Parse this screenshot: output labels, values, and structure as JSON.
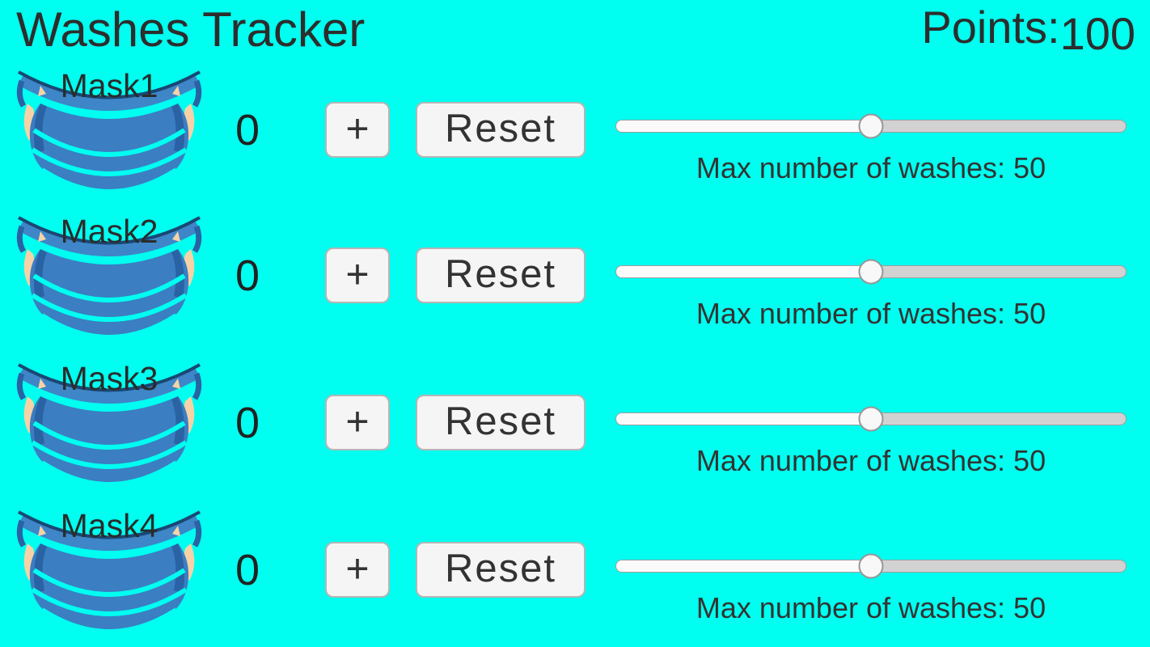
{
  "header": {
    "title": "Washes Tracker",
    "points_label": "Points:",
    "points_value": "100"
  },
  "rows": [
    {
      "label": "Mask1",
      "count": "0",
      "plus_label": "+",
      "reset_label": "Reset",
      "caption": "Max number of washes: 50",
      "slider": {
        "value": 50,
        "percent": "50"
      }
    },
    {
      "label": "Mask2",
      "count": "0",
      "plus_label": "+",
      "reset_label": "Reset",
      "caption": "Max number of washes: 50",
      "slider": {
        "value": 50,
        "percent": "50"
      }
    },
    {
      "label": "Mask3",
      "count": "0",
      "plus_label": "+",
      "reset_label": "Reset",
      "caption": "Max number of washes: 50",
      "slider": {
        "value": 50,
        "percent": "50"
      }
    },
    {
      "label": "Mask4",
      "count": "0",
      "plus_label": "+",
      "reset_label": "Reset",
      "caption": "Max number of washes: 50",
      "slider": {
        "value": 50,
        "percent": "50"
      }
    }
  ],
  "colors": {
    "background": "#00fff0",
    "mask_body": "#3b7ec2",
    "mask_band": "#3e86c8",
    "mask_dark_line": "#1a4773",
    "mask_hem": "#2a63a4",
    "ear_skin": "#f5d3a6",
    "button_bg": "#f5f5f5",
    "text": "#2d2d2d",
    "slider_track": "#d2d2d2",
    "slider_fill": "#fafafa"
  }
}
